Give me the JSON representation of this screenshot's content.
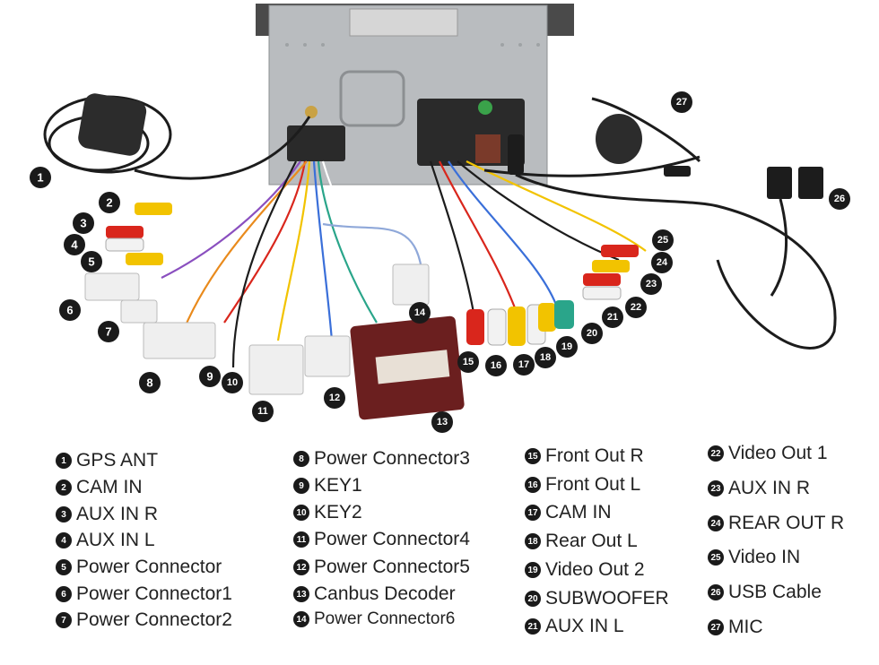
{
  "legend": [
    {
      "num": "1",
      "label": "GPS ANT"
    },
    {
      "num": "2",
      "label": "CAM IN"
    },
    {
      "num": "3",
      "label": "AUX IN R"
    },
    {
      "num": "4",
      "label": "AUX IN L"
    },
    {
      "num": "5",
      "label": "Power Connector"
    },
    {
      "num": "6",
      "label": "Power Connector1"
    },
    {
      "num": "7",
      "label": "Power Connector2"
    },
    {
      "num": "8",
      "label": "Power Connector3"
    },
    {
      "num": "9",
      "label": "KEY1"
    },
    {
      "num": "10",
      "label": "KEY2"
    },
    {
      "num": "11",
      "label": "Power Connector4"
    },
    {
      "num": "12",
      "label": "Power Connector5"
    },
    {
      "num": "13",
      "label": "Canbus Decoder"
    },
    {
      "num": "14",
      "label": "Power Connector6"
    },
    {
      "num": "15",
      "label": "Front Out R"
    },
    {
      "num": "16",
      "label": "Front Out L"
    },
    {
      "num": "17",
      "label": "CAM IN"
    },
    {
      "num": "18",
      "label": "Rear Out L"
    },
    {
      "num": "19",
      "label": "Video Out 2"
    },
    {
      "num": "20",
      "label": "SUBWOOFER"
    },
    {
      "num": "21",
      "label": "AUX IN L"
    },
    {
      "num": "22",
      "label": "Video Out 1"
    },
    {
      "num": "23",
      "label": "AUX IN R"
    },
    {
      "num": "24",
      "label": "REAR OUT R"
    },
    {
      "num": "25",
      "label": "Video IN"
    },
    {
      "num": "26",
      "label": "USB Cable"
    },
    {
      "num": "27",
      "label": "MIC"
    }
  ],
  "colors": {
    "rca_red": "#d9261c",
    "rca_white": "#f2f2f2",
    "rca_yellow": "#f2c300",
    "rca_green": "#2aa58a",
    "cable": "#1c1c1c",
    "decoder": "#6b1f1f",
    "head_unit": "#b9bcbf"
  }
}
